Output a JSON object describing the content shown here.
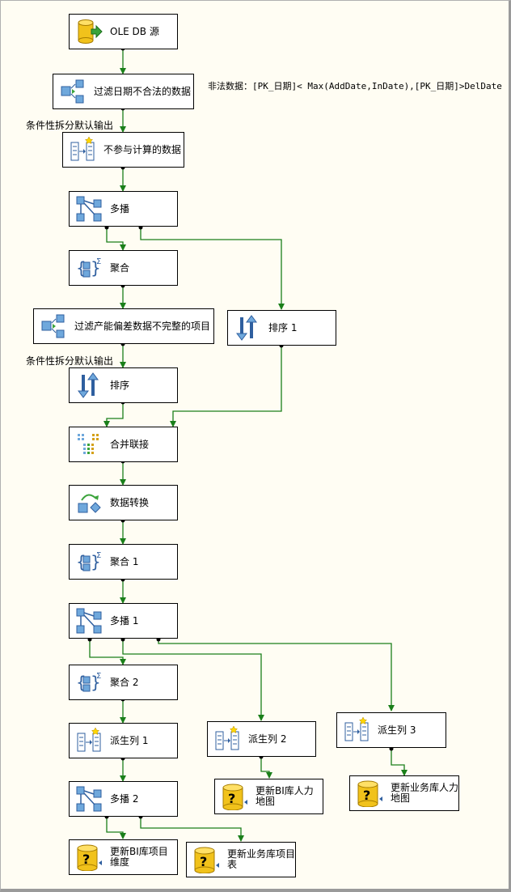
{
  "annotation": "非法数据：[PK_日期]< Max(AddDate,InDate),[PK_日期]>DelDate",
  "path_labels": [
    "条件性拆分默认输出",
    "条件性拆分默认输出"
  ],
  "components": {
    "ole_db_source": {
      "label": "OLE DB 源",
      "icon": "db-source-icon"
    },
    "filter_date": {
      "label": "过滤日期不合法的数据",
      "icon": "conditional-split-icon"
    },
    "exclude_calc": {
      "label": "不参与计算的数据",
      "icon": "derived-column-icon"
    },
    "multicast": {
      "label": "多播",
      "icon": "multicast-icon"
    },
    "aggregate": {
      "label": "聚合",
      "icon": "aggregate-icon"
    },
    "filter_incomplete": {
      "label": "过滤产能偏差数据不完整的项目",
      "icon": "conditional-split-icon"
    },
    "sort": {
      "label": "排序",
      "icon": "sort-icon"
    },
    "sort1": {
      "label": "排序 1",
      "icon": "sort-icon"
    },
    "merge_join": {
      "label": "合并联接",
      "icon": "merge-join-icon"
    },
    "data_conversion": {
      "label": "数据转换",
      "icon": "data-conversion-icon"
    },
    "aggregate1": {
      "label": "聚合 1",
      "icon": "aggregate-icon"
    },
    "multicast1": {
      "label": "多播 1",
      "icon": "multicast-icon"
    },
    "aggregate2": {
      "label": "聚合 2",
      "icon": "aggregate-icon"
    },
    "derived1": {
      "label": "派生列 1",
      "icon": "derived-column-icon"
    },
    "derived2": {
      "label": "派生列 2",
      "icon": "derived-column-icon"
    },
    "derived3": {
      "label": "派生列 3",
      "icon": "derived-column-icon"
    },
    "multicast2": {
      "label": "多播 2",
      "icon": "multicast-icon"
    },
    "dest_bi_hr": {
      "label": "更新BI库人力地图",
      "icon": "db-destination-icon"
    },
    "dest_biz_hr": {
      "label": "更新业务库人力地图",
      "icon": "db-destination-icon"
    },
    "dest_bi_proj": {
      "label": "更新BI库项目维度",
      "icon": "db-destination-icon"
    },
    "dest_biz_proj": {
      "label": "更新业务库项目表",
      "icon": "db-destination-icon"
    }
  },
  "colors": {
    "wire": "#1a7f1a",
    "background": "#fffdf3",
    "box_border": "#000000"
  }
}
